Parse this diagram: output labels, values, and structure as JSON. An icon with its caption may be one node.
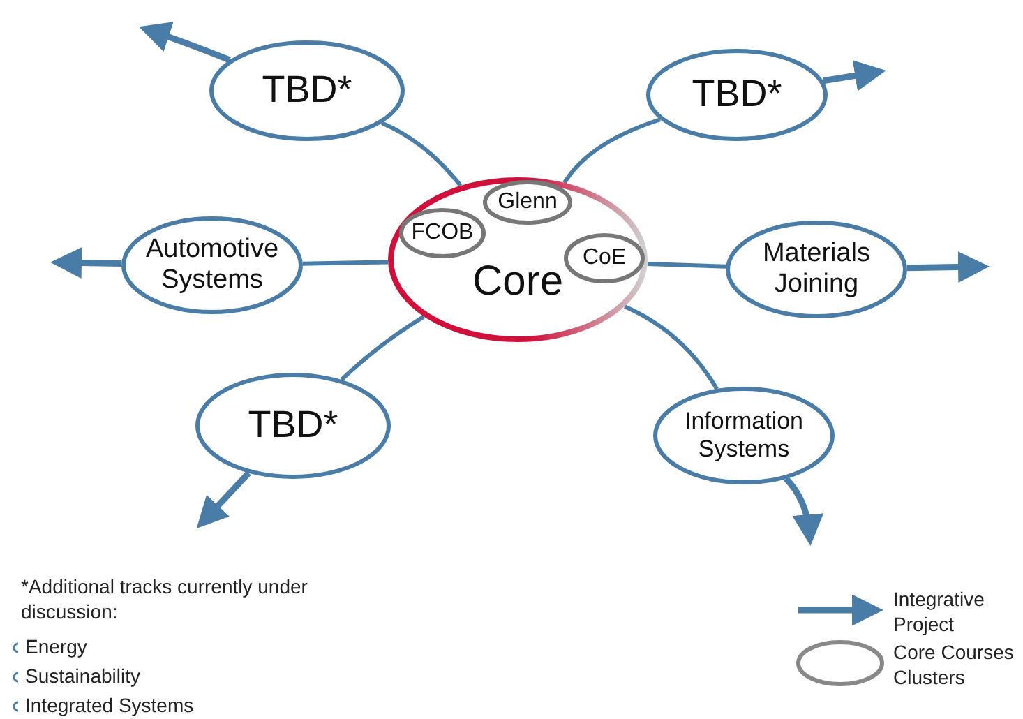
{
  "diagram": {
    "nodes": [
      {
        "text": [
          "Core"
        ]
      },
      {
        "text": [
          "FCOB"
        ],
        "in": 0
      },
      {
        "text": [
          "Glenn"
        ],
        "in": 0
      },
      {
        "text": [
          "CoE"
        ],
        "in": 0
      },
      {
        "text": [
          "TBD*"
        ]
      },
      {
        "text": [
          "TBD*"
        ]
      },
      {
        "text": [
          "Automotive Systems"
        ]
      },
      {
        "text": [
          "Materials Joining"
        ]
      },
      {
        "text": [
          "TBD*"
        ]
      },
      {
        "text": [
          "Information Systems"
        ]
      }
    ],
    "edges": [
      {
        "from": 0,
        "to": 4,
        "arrow": "none"
      },
      {
        "from": 0,
        "to": 5,
        "arrow": "none"
      },
      {
        "from": 0,
        "to": 6,
        "arrow": "none"
      },
      {
        "from": 0,
        "to": 7,
        "arrow": "none"
      },
      {
        "from": 0,
        "to": 8,
        "arrow": "none"
      },
      {
        "from": 0,
        "to": 9,
        "arrow": "none"
      },
      {
        "from": 4,
        "to": null,
        "arrow": "to"
      },
      {
        "from": 5,
        "to": null,
        "arrow": "to"
      },
      {
        "from": 6,
        "to": null,
        "arrow": "to"
      },
      {
        "from": 7,
        "to": null,
        "arrow": "to"
      },
      {
        "from": 8,
        "to": null,
        "arrow": "to"
      },
      {
        "from": 9,
        "to": null,
        "arrow": "to"
      }
    ],
    "labels": [
      "*Additional tracks currently under discussion:",
      "Energy",
      "Sustainability",
      "Integrated Systems"
    ],
    "legend": [
      {
        "text": "Integrative Project"
      },
      {
        "text": "Core Courses Clusters"
      }
    ]
  }
}
